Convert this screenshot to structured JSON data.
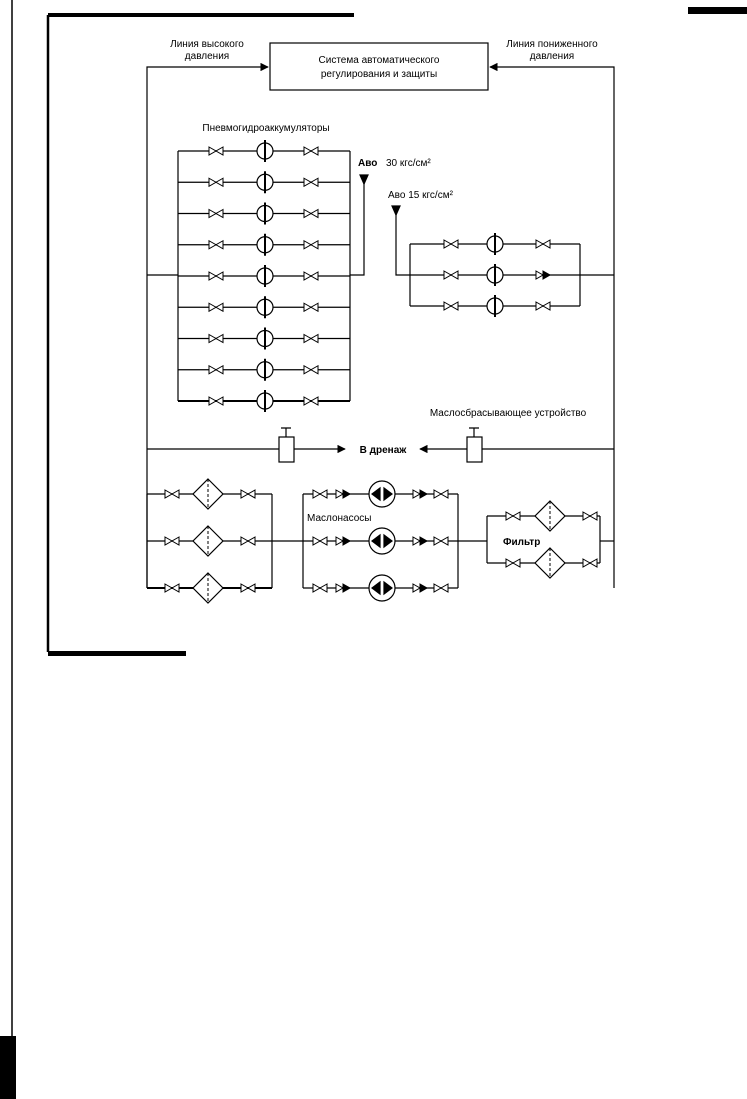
{
  "labels": {
    "high_line_1": "Линия высокого",
    "high_line_2": "давления",
    "low_line_1": "Линия пониженного",
    "low_line_2": "давления",
    "control_1": "Система автоматического",
    "control_2": "регулирования и защиты",
    "accumulators": "Пневмогидроаккумуляторы",
    "pressure_high_sym": "Аво",
    "pressure_high_val": "30 кгс/см²",
    "pressure_low": "Аво 15 кгс/см²",
    "relief_device": "Маслосбрасывающее устройство",
    "drain": "В дренаж",
    "pumps": "Маслонасосы",
    "filter": "Фильтр"
  },
  "colors": {
    "line": "#000000",
    "background": "#ffffff"
  }
}
